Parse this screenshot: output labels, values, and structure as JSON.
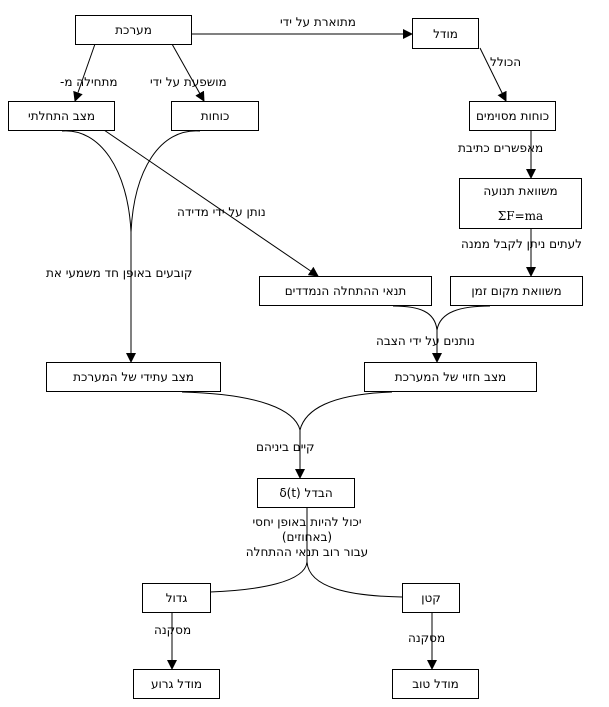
{
  "nodes": {
    "system": "מערכת",
    "model": "מודל",
    "initial_state": "מצב התחלתי",
    "forces": "כוחות",
    "specific_forces": "כוחות מסוימים",
    "equation_of_motion": "משוואת תנועה",
    "equation_formula": "ΣF=ma",
    "measured_initial_conditions": "תנאי ההתחלה הנמדדים",
    "position_time_equation": "משוואת מקום זמן",
    "future_state": "מצב עתידי של המערכת",
    "predicted_state": "מצב חזוי של המערכת",
    "difference": "הבדל δ(t)",
    "large": "גדול",
    "small": "קטן",
    "bad_model": "מודל גרוע",
    "good_model": "מודל טוב"
  },
  "edges": {
    "described_by": "מתוארת על ידי",
    "starts_from": "מתחילה מ-",
    "influenced_by": "מושפעת על ידי",
    "includes": "הכולל",
    "allow_writing": "מאפשרים כתיבת",
    "sometimes_derive": "לעתים ניתן לקבל ממנה",
    "given_by_measurement": "נותן על ידי מדידה",
    "uniquely_determine": "קובעים באופן חד משמעי את",
    "given_by_substitution": "נותנים על ידי הצבה",
    "exists_between": "קיים ביניהם",
    "can_be_relative_1": "יכול להיות באופן יחסי",
    "can_be_relative_2": "(באחוזים)",
    "can_be_relative_3": "עבור רוב תנאי ההתחלה",
    "conclusion_left": "מסקנה",
    "conclusion_right": "מסקנה"
  }
}
